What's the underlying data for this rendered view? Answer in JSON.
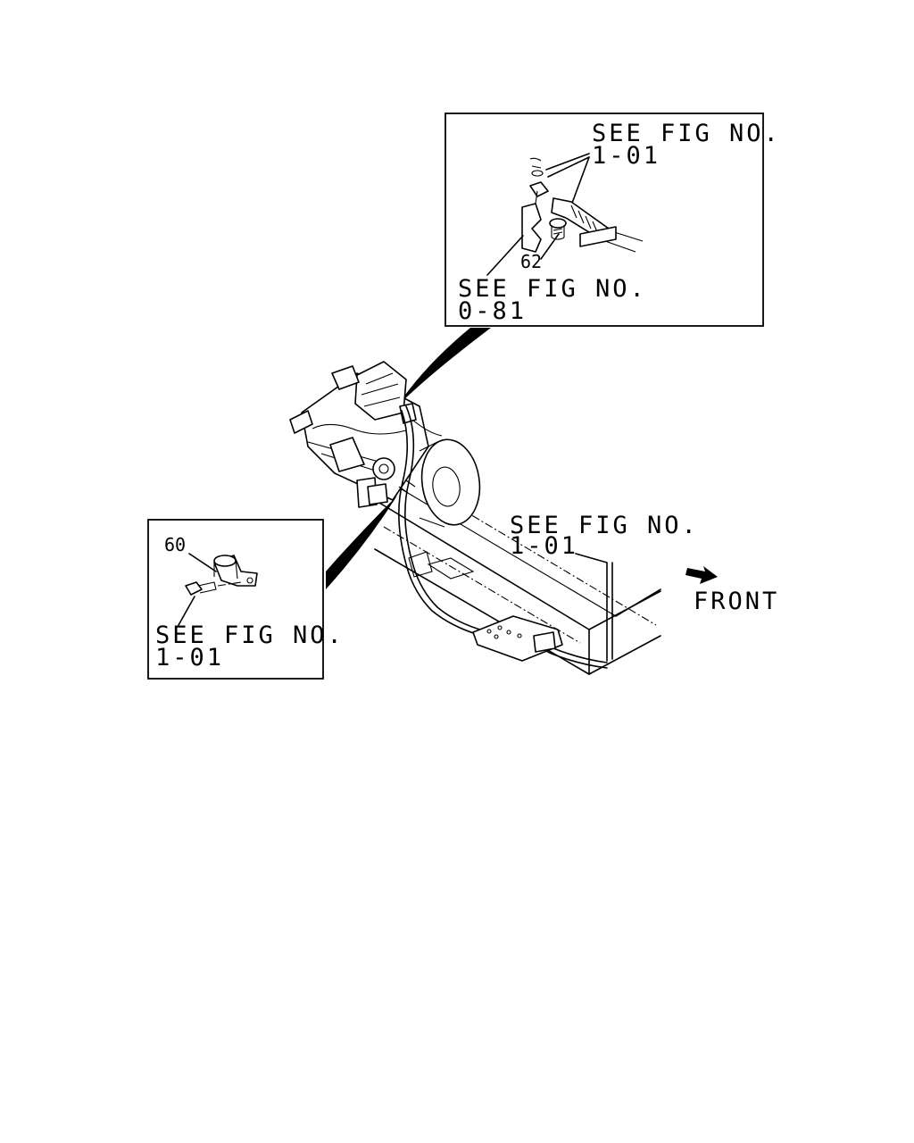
{
  "detail_top": {
    "ref_upper": [
      "SEE FIG NO.",
      "1-01"
    ],
    "part_number": "62",
    "ref_lower": [
      "SEE FIG NO.",
      "0-81"
    ]
  },
  "detail_left": {
    "part_number": "60",
    "ref": [
      "SEE FIG NO.",
      "1-01"
    ]
  },
  "main": {
    "ref": [
      "SEE FIG NO.",
      "1-01"
    ],
    "direction_label": "FRONT"
  }
}
